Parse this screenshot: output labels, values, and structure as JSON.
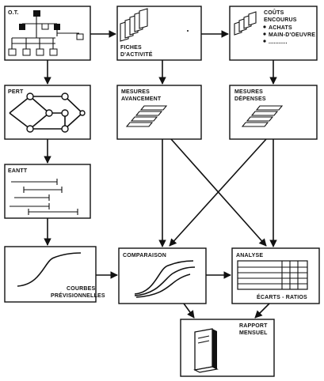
{
  "boxes": {
    "ot": {
      "label": "O.T."
    },
    "fiches": {
      "label_line1": "FICHES",
      "label_line2": "D'ACTIVITÉ"
    },
    "couts": {
      "label_line1": "COÛTS",
      "label_line2": "ENCOURUS",
      "items": [
        "ACHATS",
        "MAIN-D'OEUVRE",
        "..........."
      ]
    },
    "pert": {
      "label": "PERT"
    },
    "mesures_avancement": {
      "label_line1": "MESURES",
      "label_line2": "AVANCEMENT"
    },
    "mesures_depenses": {
      "label_line1": "MESURES",
      "label_line2": "DÉPENSES"
    },
    "gantt": {
      "label": "EANTT"
    },
    "courbes": {
      "label_line1": "COURBES",
      "label_line2": "PRÉVISIONNELLES"
    },
    "comparaison": {
      "label": "COMPARAISON"
    },
    "analyse": {
      "label": "ANALYSE",
      "sublabel": "ÉCARTS - RATIOS"
    },
    "rapport": {
      "label_line1": "RAPPORT",
      "label_line2": "MENSUEL"
    }
  },
  "colors": {
    "ink": "#111111",
    "paper": "#ffffff"
  }
}
